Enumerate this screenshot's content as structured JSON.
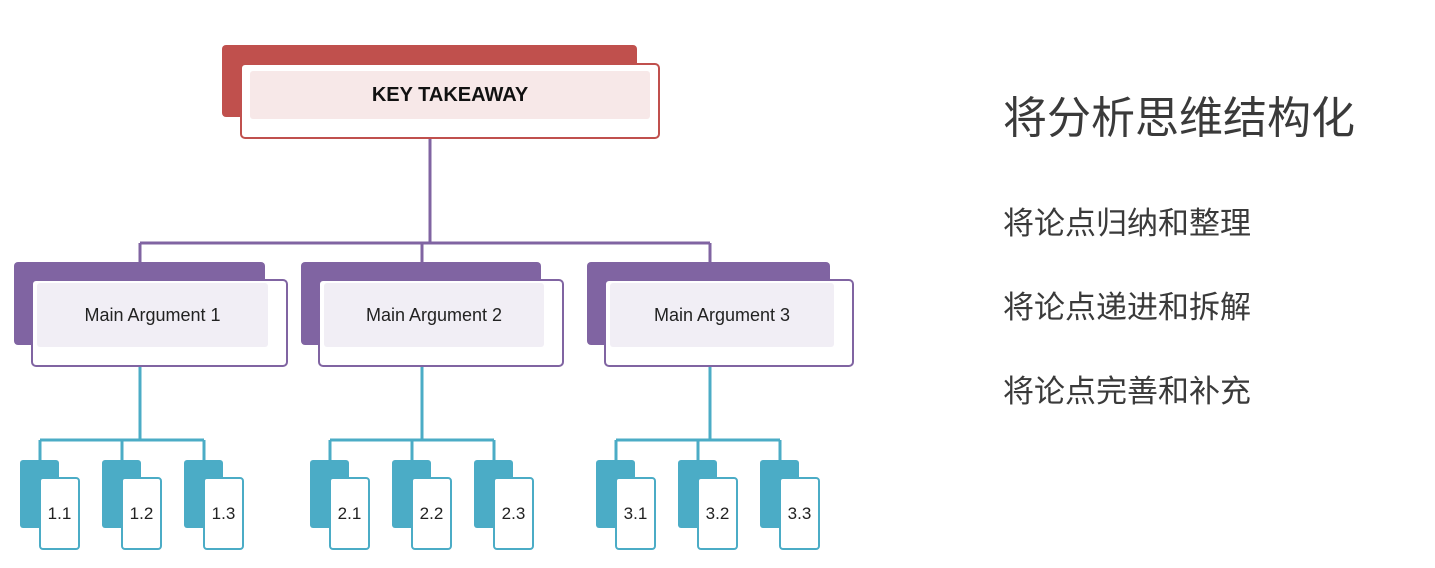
{
  "diagram": {
    "key_takeaway": "KEY TAKEAWAY",
    "arguments": [
      {
        "label": "Main Argument 1",
        "points": [
          "1.1",
          "1.2",
          "1.3"
        ]
      },
      {
        "label": "Main Argument 2",
        "points": [
          "2.1",
          "2.2",
          "2.3"
        ]
      },
      {
        "label": "Main Argument 3",
        "points": [
          "3.1",
          "3.2",
          "3.3"
        ]
      }
    ],
    "colors": {
      "key": "#c0504d",
      "argument": "#8064a2",
      "point": "#4bacc6"
    }
  },
  "panel": {
    "title": "将分析思维结构化",
    "items": [
      "将论点归纳和整理",
      "将论点递进和拆解",
      "将论点完善和补充"
    ]
  }
}
